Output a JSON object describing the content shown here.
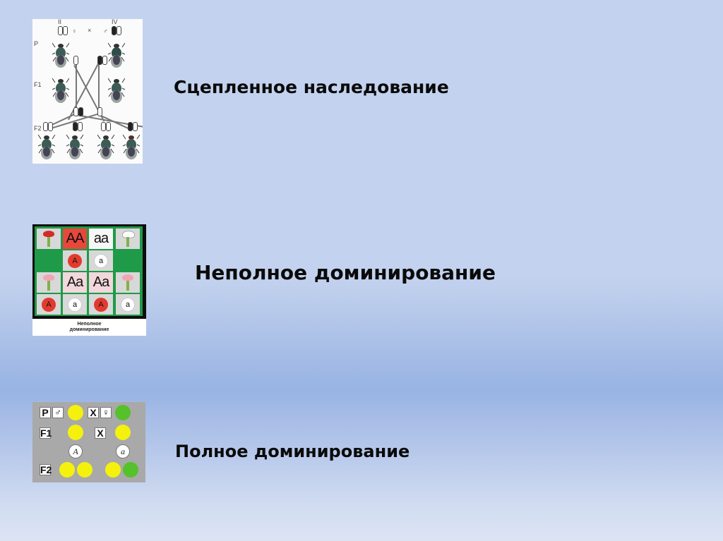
{
  "slide": {
    "items": [
      {
        "label": "Сцепленное наследование",
        "image": {
          "description": "Drosophila linked inheritance crossing diagram",
          "generation_labels": [
            "P",
            "F1",
            "F2"
          ],
          "symbols": [
            "♀",
            "×",
            "♂"
          ]
        }
      },
      {
        "label": "Неполное доминирование",
        "image": {
          "description": "Incomplete dominance carnation cross",
          "genotypes": [
            "AA",
            "aa",
            "Aa",
            "Aa"
          ],
          "gametes_row1": [
            "A",
            "a"
          ],
          "gametes_row2": [
            "A",
            "a",
            "A",
            "a"
          ],
          "caption_line1": "Неполное",
          "caption_line2": "доминирование"
        }
      },
      {
        "label": "Полное доминирование",
        "image": {
          "description": "Complete dominance pea cross",
          "row_labels": [
            "P",
            "F1",
            "F2"
          ],
          "male_symbol": "♂",
          "female_symbol": "♀",
          "cross_symbol": "X",
          "gametes": [
            "A",
            "a"
          ]
        }
      }
    ]
  },
  "colors": {
    "background_light": "#c3d2ee",
    "background_band": "#98b4e3",
    "background_bottom": "#dce4f4",
    "green_grid": "#1e9a48",
    "dominant_red": "#e23b2e",
    "yellow_pea": "#f4f20c",
    "green_pea": "#55c12b",
    "gray_panel": "#a9a9a9"
  }
}
